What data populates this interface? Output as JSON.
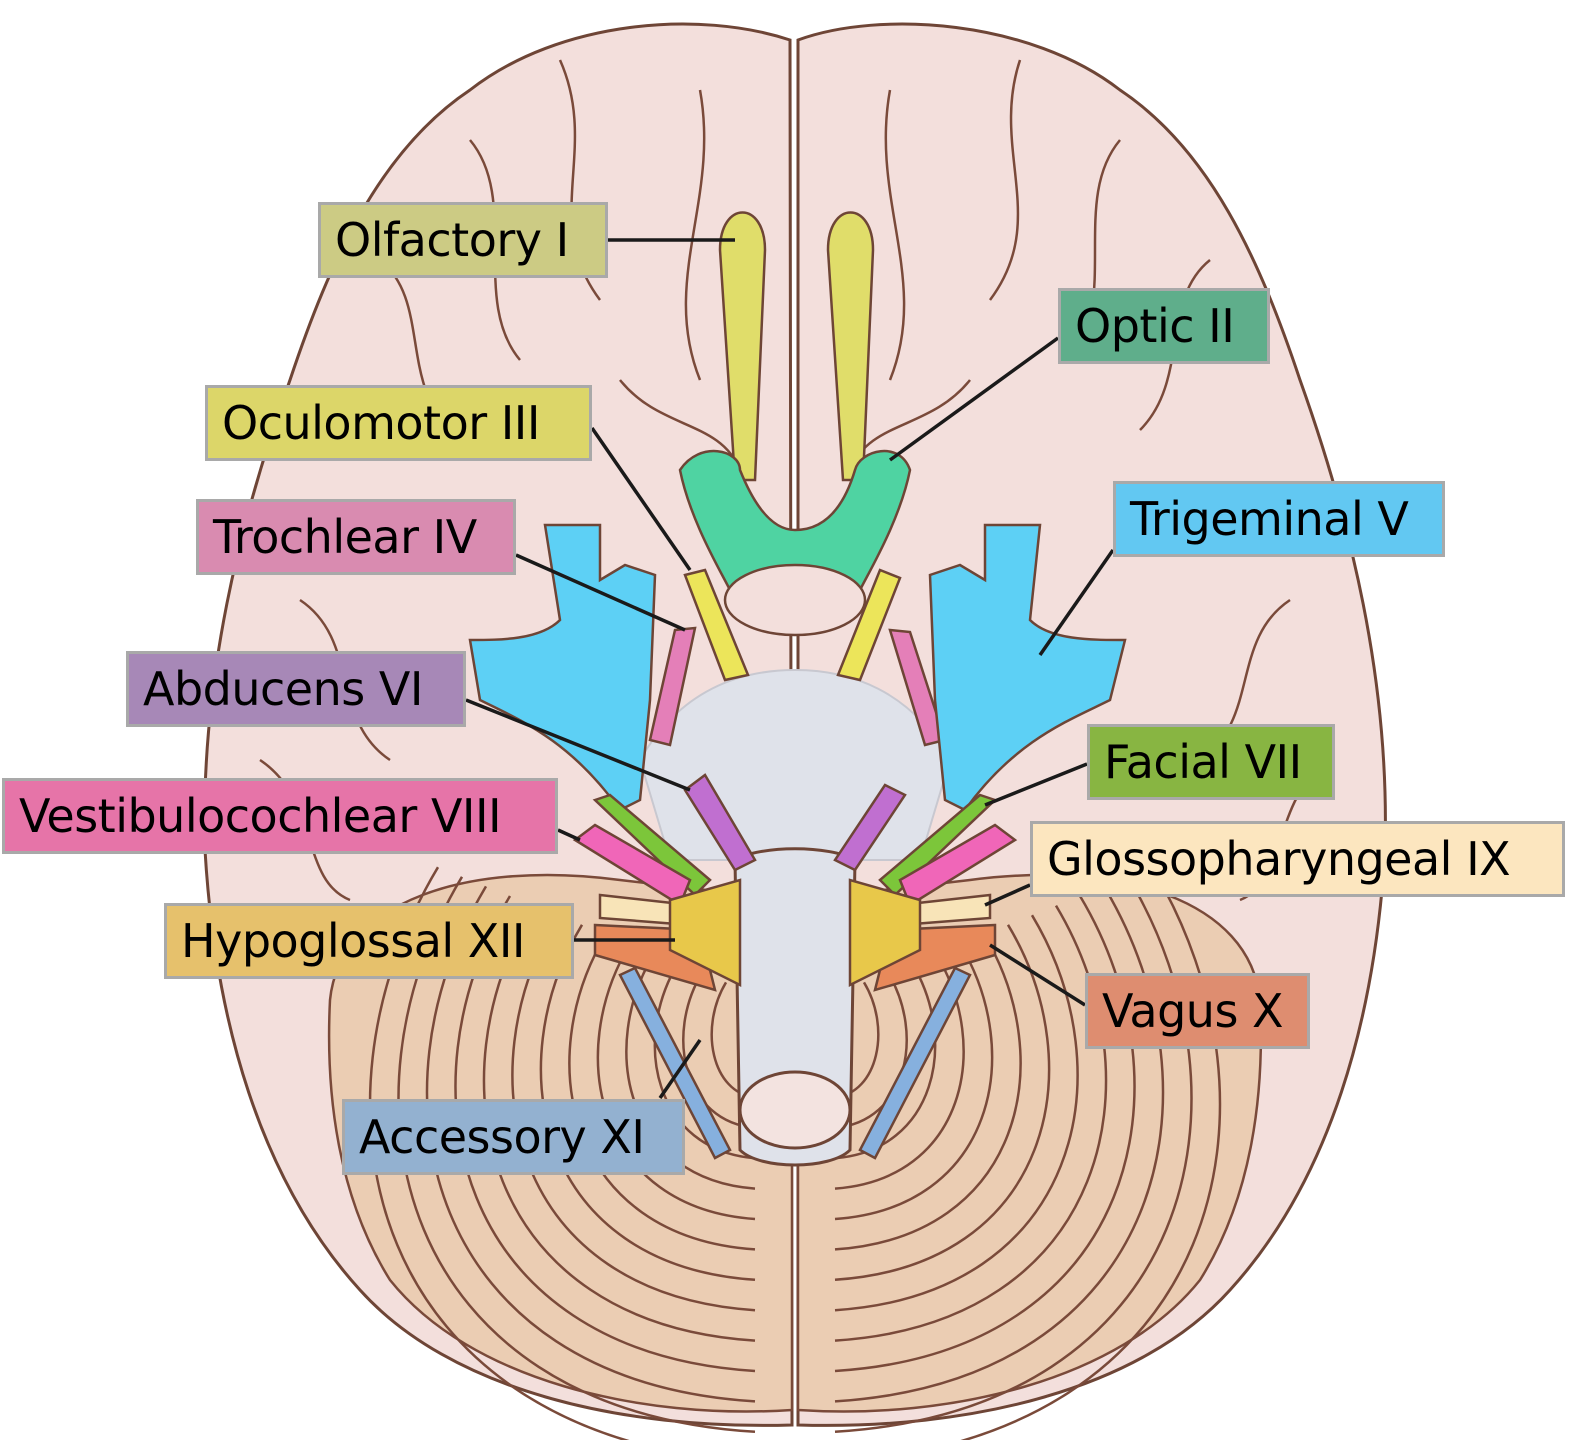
{
  "nerves": [
    {
      "id": "olfactory",
      "label": "Olfactory I",
      "color": "#cccb84",
      "nerve_color": "#e0dd6a"
    },
    {
      "id": "optic",
      "label": "Optic II",
      "color": "#5fae8b",
      "nerve_color": "#4fd3a2"
    },
    {
      "id": "oculomotor",
      "label": "Oculomotor III",
      "color": "#dcd669",
      "nerve_color": "#ece55a"
    },
    {
      "id": "trochlear",
      "label": "Trochlear IV",
      "color": "#d98bb0",
      "nerve_color": "#e47fb8"
    },
    {
      "id": "trigeminal",
      "label": "Trigeminal V",
      "color": "#62c8f2",
      "nerve_color": "#5dd0f5"
    },
    {
      "id": "abducens",
      "label": "Abducens VI",
      "color": "#a788b7",
      "nerve_color": "#b56fcf"
    },
    {
      "id": "facial",
      "label": "Facial VII",
      "color": "#88b542",
      "nerve_color": "#7cc63a"
    },
    {
      "id": "vestibulocochlear",
      "label": "Vestibulocochlear VIII",
      "color": "#e674a8",
      "nerve_color": "#f066b8"
    },
    {
      "id": "glossopharyngeal",
      "label": "Glossopharyngeal IX",
      "color": "#fce6bf",
      "nerve_color": "#f8e4b8"
    },
    {
      "id": "vagus",
      "label": "Vagus X",
      "color": "#de8d70",
      "nerve_color": "#e8895a"
    },
    {
      "id": "accessory",
      "label": "Accessory XI",
      "color": "#93b1d0",
      "nerve_color": "#86b0de"
    },
    {
      "id": "hypoglossal",
      "label": "Hypoglossal XII",
      "color": "#e6c16c",
      "nerve_color": "#e8c84a"
    }
  ]
}
